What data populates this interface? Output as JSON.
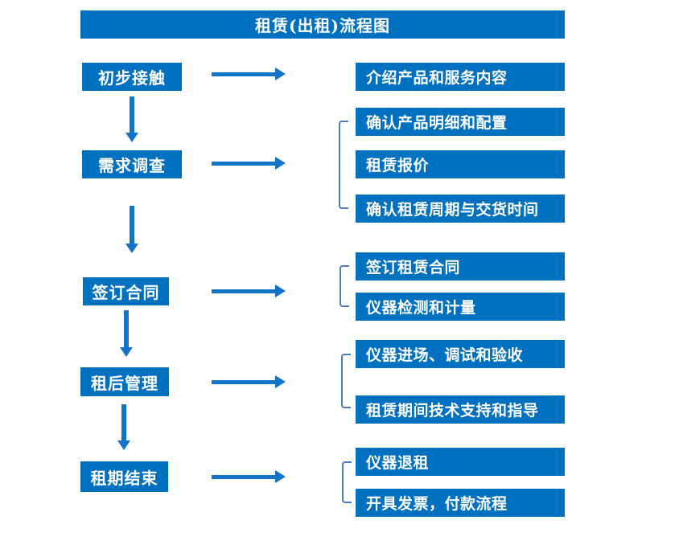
{
  "title": "租赁(出租)流程图",
  "colors": {
    "box_blue": "#0070C0",
    "arrow_blue": "#1274C8",
    "bracket_blue": "#4C7DB4",
    "text_white": "#FFFFFF",
    "background": "#FFFFFF"
  },
  "steps": [
    {
      "label": "初步接触",
      "details": [
        "介绍产品和服务内容"
      ]
    },
    {
      "label": "需求调查",
      "details": [
        "确认产品明细和配置",
        "租赁报价",
        "确认租赁周期与交货时间"
      ]
    },
    {
      "label": "签订合同",
      "details": [
        "签订租赁合同",
        "仪器检测和计量"
      ]
    },
    {
      "label": "租后管理",
      "details": [
        "仪器进场、调试和验收",
        "租赁期间技术支持和指导"
      ]
    },
    {
      "label": "租期结束",
      "details": [
        "仪器退租",
        "开具发票，付款流程"
      ]
    }
  ]
}
